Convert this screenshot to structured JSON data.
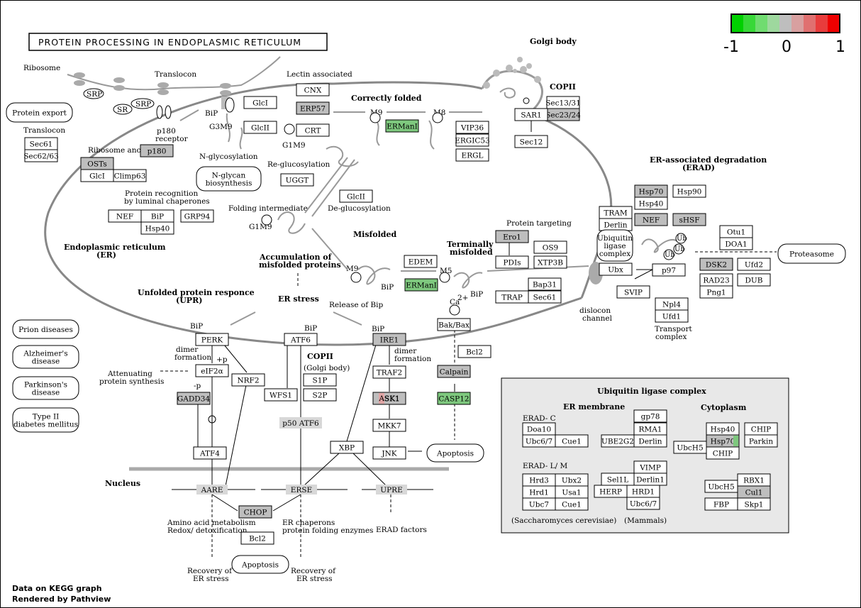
{
  "title": "PROTEIN PROCESSING IN ENDOPLASMIC RETICULUM",
  "legend": {
    "labels": [
      "-1",
      "0",
      "1"
    ],
    "colors": [
      "#00d000",
      "#38d838",
      "#70dc70",
      "#9ed89e",
      "#bebebe",
      "#d8a0a0",
      "#e07070",
      "#e83c3c",
      "#ee0000"
    ]
  },
  "footer": [
    "Data on KEGG graph",
    "Rendered by Pathview"
  ],
  "colors": {
    "gray": "#bebebe",
    "green": "#7ec87e",
    "red_tint": "#e8a0a0",
    "membrane": "#888888"
  },
  "nodes": {
    "glci": "GlcI",
    "erp57": "ERP57",
    "glcii": "GlcII",
    "crt": "CRT",
    "cnx": "CNX",
    "ermani": "ERManI",
    "ermani2": "ERManI",
    "vip36": "VIP36",
    "ergic53": "ERGIC53",
    "ergl": "ERGL",
    "sec13": "Sec13/31",
    "sec23": "Sec23/24",
    "sar1": "SAR1",
    "sec12": "Sec12",
    "sec61": "Sec61",
    "sec62": "Sec62/63",
    "p180": "p180",
    "osts": "OSTs",
    "glci2": "GlcI",
    "climp63": "Climp63",
    "uggt": "UGGT",
    "glcii2": "GlcII",
    "nef": "NEF",
    "bip": "BiP",
    "grp94": "GRP94",
    "hsp40": "Hsp40",
    "edem": "EDEM",
    "ero1": "Ero1",
    "os9": "OS9",
    "pdis": "PDIs",
    "xtp3b": "XTP3B",
    "bap31": "Bap31",
    "trap": "TRAP",
    "sec61b": "Sec61",
    "hsp70": "Hsp70",
    "hsp90": "Hsp90",
    "hsp40b": "Hsp40",
    "nef2": "NEF",
    "shsf": "sHSF",
    "tram": "TRAM",
    "derlin": "Derlin",
    "ubx": "Ubx",
    "p97": "p97",
    "svip": "SVIP",
    "npl4": "Npl4",
    "ufd1": "Ufd1",
    "otu1": "Otu1",
    "doa1": "DOA1",
    "dsk2": "DSK2",
    "ufd2": "Ufd2",
    "rad23": "RAD23",
    "dub": "DUB",
    "png1": "Png1",
    "perk": "PERK",
    "atf6": "ATF6",
    "ire1": "IRE1",
    "bakbax": "Bak/Bax",
    "bcl2": "Bcl2",
    "eif2a": "eIF2α",
    "nrf2": "NRF2",
    "gadd34": "GADD34",
    "atf4": "ATF4",
    "wfs1": "WFS1",
    "s1p": "S1P",
    "s2p": "S2P",
    "p50atf6": "p50 ATF6",
    "traf2": "TRAF2",
    "ask1": "ASK1",
    "mkk7": "MKK7",
    "jnk": "JNK",
    "xbp": "XBP",
    "calpain": "Calpain",
    "casp12": "CASP12",
    "aare": "AARE",
    "erse": "ERSE",
    "upre": "UPRE",
    "chop": "CHOP",
    "bcl2b": "Bcl2",
    "gp78": "gp78",
    "rma1": "RMA1",
    "derlin2": "Derlin",
    "ube2g2": "UBE2G2",
    "doa10": "Doa10",
    "ubc67": "Ubc6/7",
    "cue1": "Cue1",
    "hsp40c": "Hsp40",
    "hsp70b": "Hsp70",
    "chip": "CHIP",
    "chip2": "CHIP",
    "parkin": "Parkin",
    "ubch5": "UbcH5",
    "hrd3": "Hrd3",
    "ubx2": "Ubx2",
    "hrd1": "Hrd1",
    "usa1": "Usa1",
    "ubc7": "Ubc7",
    "cue1b": "Cue1",
    "vimp": "VIMP",
    "derlin1": "Derlin1",
    "sel1l": "Sel1L",
    "herp": "HERP",
    "hrd1b": "HRD1",
    "ubc67b": "Ubc6/7",
    "rbx1": "RBX1",
    "ubch5b": "UbcH5",
    "cul1": "Cul1",
    "fbp": "FBP",
    "skp1": "Skp1"
  },
  "rounded": {
    "protein_export": "Protein export",
    "nglycan1": "N-glycan",
    "nglycan2": "biosynthesis",
    "prion": "Prion diseases",
    "alz1": "Alzheimer's",
    "alz2": "disease",
    "park1": "Parkinson's",
    "park2": "disease",
    "t2d1": "Type II",
    "t2d2": "diabetes mellitus",
    "proteasome": "Proteasome",
    "apoptosis1": "Apoptosis",
    "apoptosis2": "Apoptosis",
    "ulc1": "Ubiquitin",
    "ulc2": "ligase",
    "ulc3": "complex"
  },
  "labels": {
    "ribosome": "Ribosome",
    "translocon": "Translocon",
    "translocon2": "Translocon",
    "srp": "SRP",
    "sr": "SR",
    "srp2": "SRP",
    "bip_top": "BiP",
    "p180_rec1": "p180",
    "p180_rec2": "receptor",
    "ribosome_anchor": "Ribosome anchor",
    "g3m9": "G3M9",
    "nglyc": "N-glycosylation",
    "g1m9": "G1M9",
    "lectin": "Lectin associated",
    "correctly_folded": "Correctly folded",
    "m9": "M9",
    "m8": "M8",
    "golgi_body": "Golgi body",
    "copii": "COPII",
    "reglucosylation": "Re-glucosylation",
    "deglucosylation": "De-glucosylation",
    "folding_intermediate": "Folding intermediate",
    "g1m9b": "G1M9",
    "prot_recog1": "Protein recognition",
    "prot_recog2": "by luminal chaperones",
    "misfolded": "Misfolded",
    "protein_targeting": "Protein targeting",
    "terminally1": "Terminally",
    "terminally2": "misfolded",
    "er1": "Endoplasmic reticulum",
    "er2": "(ER)",
    "accum1": "Accumulation of",
    "accum2": "misfolded proteins",
    "m9b": "M9",
    "m5": "M5",
    "bip_m": "BiP",
    "bip_m2": "BiP",
    "ca": "Ca",
    "ca2": "2+",
    "upr1": "Unfolded protein responce",
    "upr2": "(UPR)",
    "er_stress": "ER stress",
    "release_bip": "Release of Bip",
    "erad1": "ER-associated degradation",
    "erad2": "(ERAD)",
    "dislocon1": "dislocon",
    "dislocon2": "channel",
    "transport1": "Transport",
    "transport2": "complex",
    "bip_perk": "BiP",
    "bip_atf6": "BiP",
    "bip_ire1": "BiP",
    "dimer1a": "dimer",
    "dimer1b": "formation",
    "dimer2a": "dimer",
    "dimer2b": "formation",
    "plus_p": "+p",
    "minus_p": "-p",
    "atten1": "Attenuating",
    "atten2": "protein synthesis",
    "copii2": "COPII",
    "golgi2": "(Golgi body)",
    "nucleus": "Nucleus",
    "amino1": "Amino acid  metabolism",
    "amino2": "Redox/ detoxification",
    "erchap1": "ER chaperons",
    "erchap2": "protein folding enzymes",
    "erad_factors": "ERAD factors",
    "recov1a": "Recovery of",
    "recov1b": "ER stress",
    "recov2a": "Recovery of",
    "recov2b": "ER stress",
    "ulc_title": "Ubiquitin ligase complex",
    "er_membrane": "ER membrane",
    "cytoplasm": "Cytoplasm",
    "erad_c": "ERAD- C",
    "erad_lm": "ERAD- L/ M",
    "saccharomyces": "(Saccharomyces cerevisiae)",
    "mammals": "(Mammals)",
    "ub1": "Ub",
    "ub2": "Ub",
    "ub3": "Ub"
  }
}
